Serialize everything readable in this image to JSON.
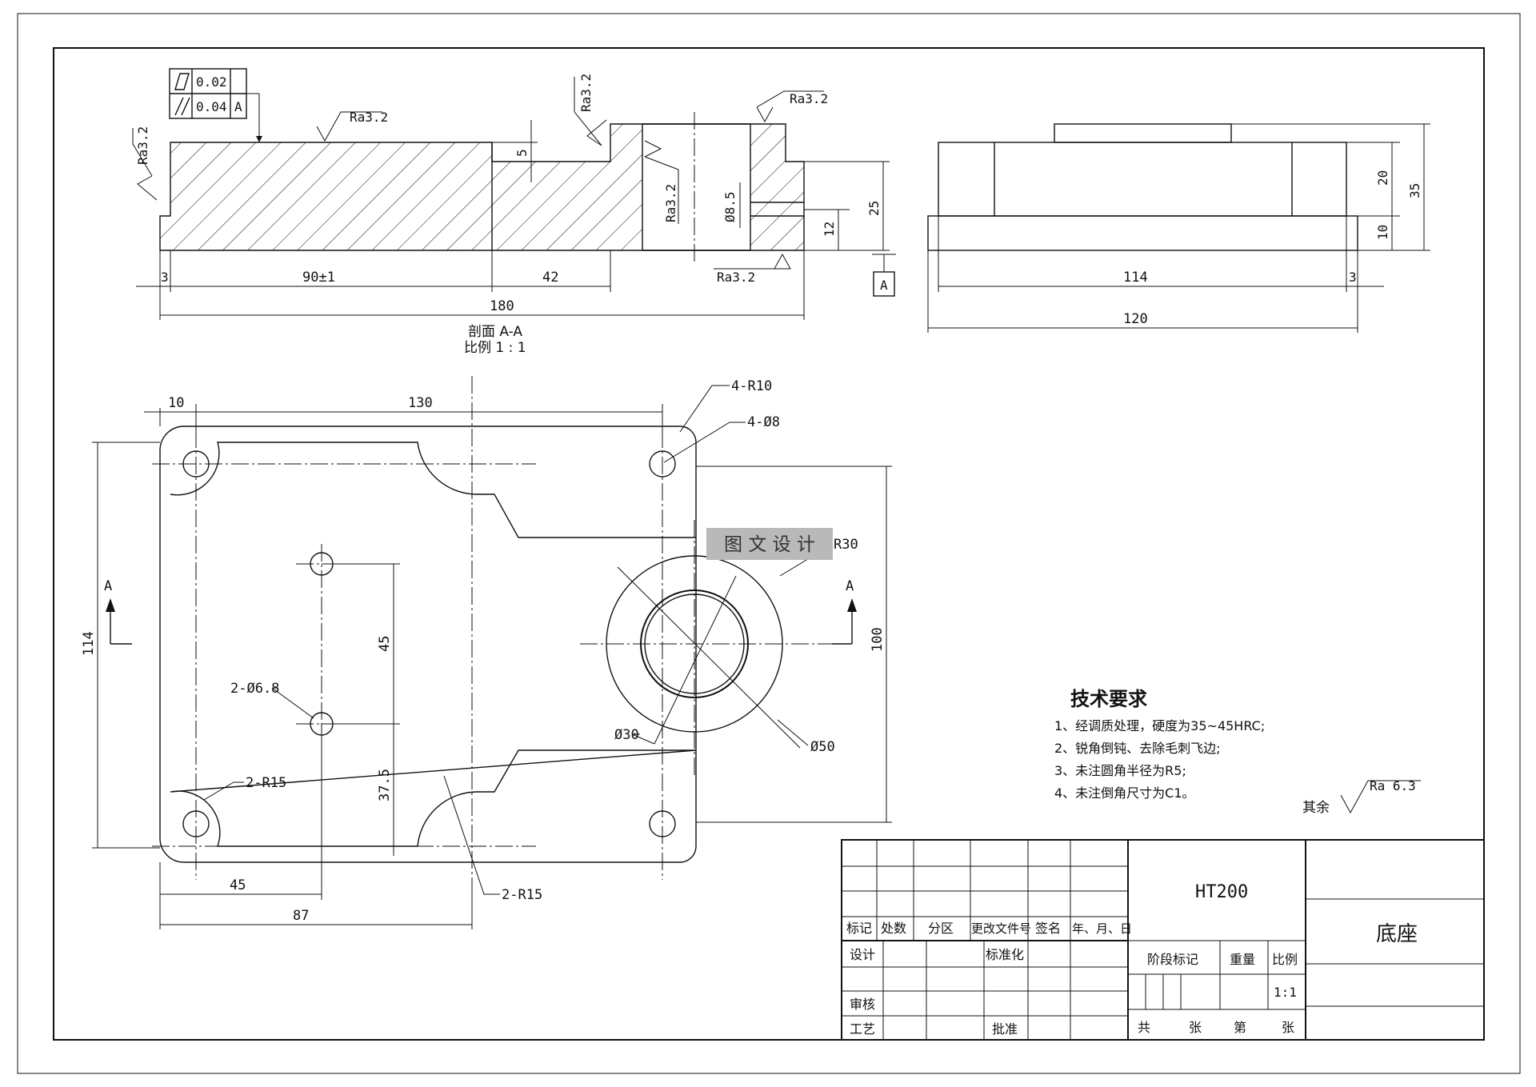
{
  "section_view": {
    "title": "剖面 A-A",
    "scale": "比例 1 : 1",
    "geom_tol": [
      {
        "symbol": "flatness-icon",
        "value": "0.02",
        "datum": ""
      },
      {
        "symbol": "parallelism-icon",
        "value": "0.04",
        "datum": "A"
      }
    ],
    "roughness": [
      "Ra3.2",
      "Ra3.2",
      "Ra3.2",
      "Ra3.2",
      "Ra3.2",
      "Ra3.2"
    ],
    "dims": [
      "3",
      "90±1",
      "42",
      "180",
      "5",
      "Ø8.5",
      "12",
      "25"
    ],
    "datum": "A"
  },
  "side_view": {
    "dims": [
      "20",
      "10",
      "35",
      "114",
      "3",
      "120"
    ]
  },
  "plan_view": {
    "dims": [
      "10",
      "130",
      "114",
      "100",
      "45",
      "37.5",
      "45",
      "87"
    ],
    "callouts": [
      "4-R10",
      "4-Ø8",
      "R30",
      "2-Ø6.8",
      "Ø30",
      "Ø50",
      "2-R15",
      "2-R15"
    ],
    "section_marks": [
      "A",
      "A"
    ]
  },
  "watermark": "图 文 设 计",
  "tech_req": {
    "title": "技术要求",
    "items": [
      "1、经调质处理，硬度为35~45HRC;",
      "2、锐角倒钝、去除毛刺飞边;",
      "3、未注圆角半径为R5;",
      "4、未注倒角尺寸为C1。"
    ],
    "rest_label": "其余",
    "rest_ra": "Ra  6.3"
  },
  "title_block": {
    "material": "HT200",
    "part_name": "底座",
    "headers": [
      "标记",
      "处数",
      "分区",
      "更改文件号",
      "签名",
      "年、月、日"
    ],
    "design": "设计",
    "standard": "标准化",
    "review": "审核",
    "process": "工艺",
    "approve": "批准",
    "stage": "阶段标记",
    "weight": "重量",
    "scale_label": "比例",
    "scale": "1:1",
    "total": "共",
    "sheets": "张",
    "page": "第",
    "sheet": "张"
  }
}
